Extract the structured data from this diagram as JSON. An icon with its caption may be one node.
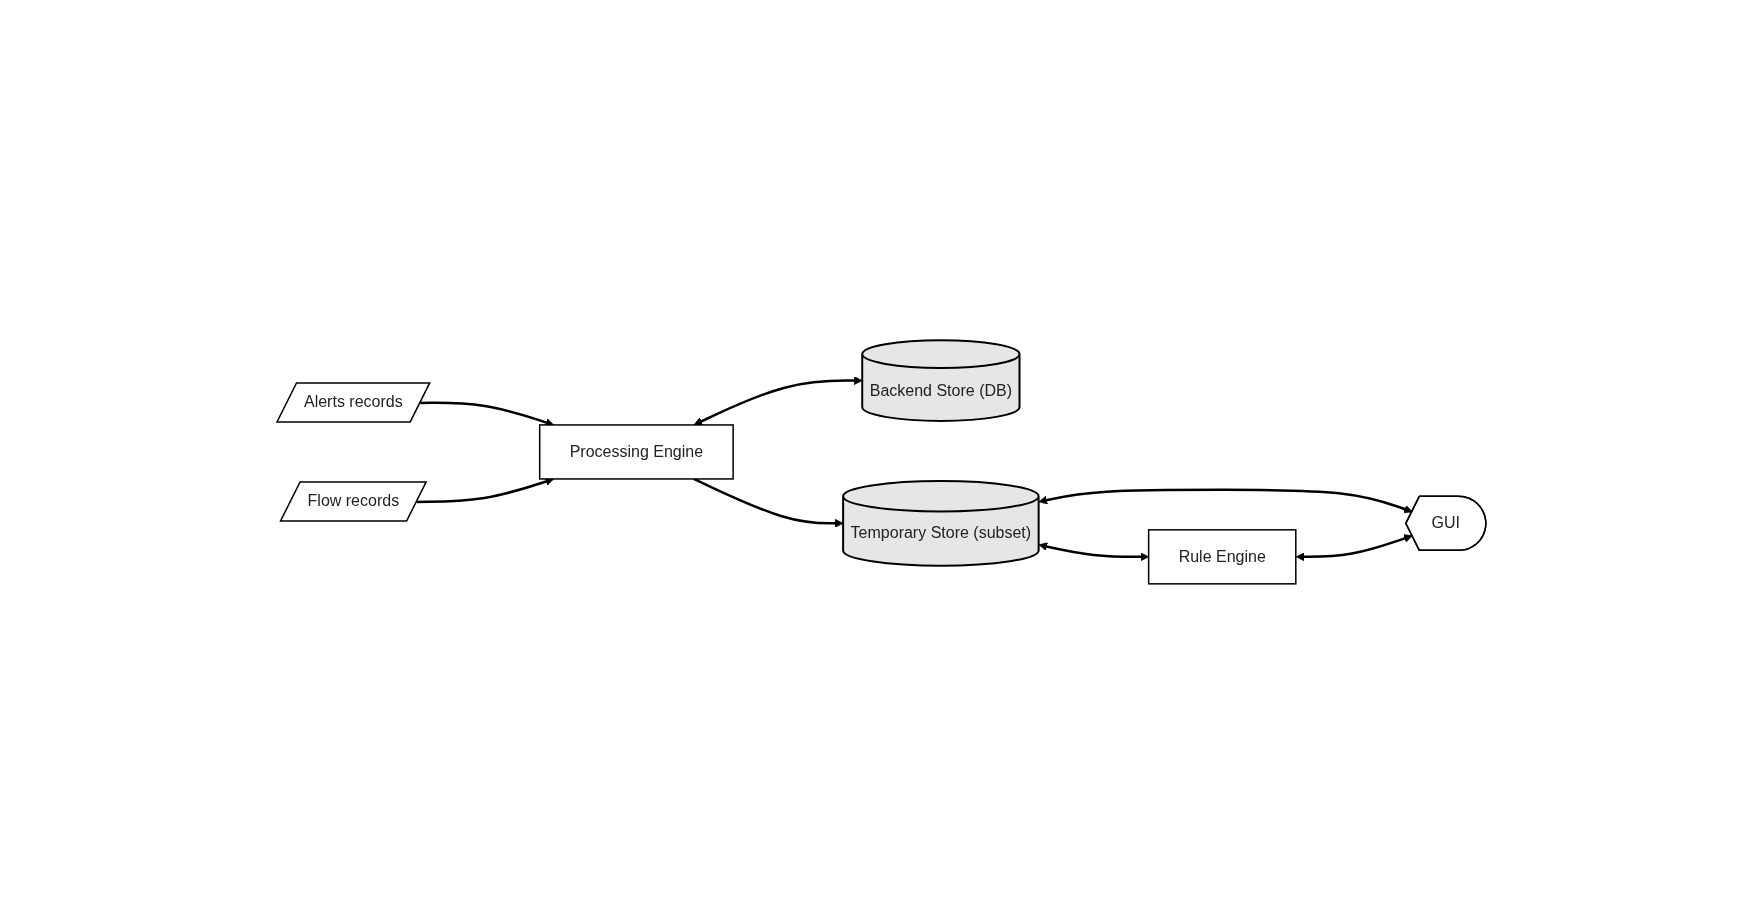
{
  "diagram": {
    "nodes": [
      {
        "text": [
          "Backend Store (DB)"
        ]
      },
      {
        "text": [
          "Temporary Store (subset)"
        ]
      },
      {
        "text": [
          "Rule Engine"
        ]
      },
      {
        "text": [
          "Alerts records"
        ]
      },
      {
        "text": [
          "Flow records"
        ]
      },
      {
        "text": [
          "Processing Engine"
        ]
      },
      {
        "text": [
          "GUI"
        ]
      }
    ],
    "edges": [
      {
        "from": 5,
        "to": 0,
        "arrow": "both"
      },
      {
        "from": 5,
        "to": 1,
        "arrow": "to"
      },
      {
        "from": 1,
        "to": 2,
        "arrow": "both"
      },
      {
        "from": 1,
        "to": 6,
        "arrow": "both"
      },
      {
        "from": 2,
        "to": 6,
        "arrow": "both"
      },
      {
        "from": 3,
        "to": 5,
        "arrow": "to"
      },
      {
        "from": 4,
        "to": 5,
        "arrow": "to"
      }
    ]
  }
}
